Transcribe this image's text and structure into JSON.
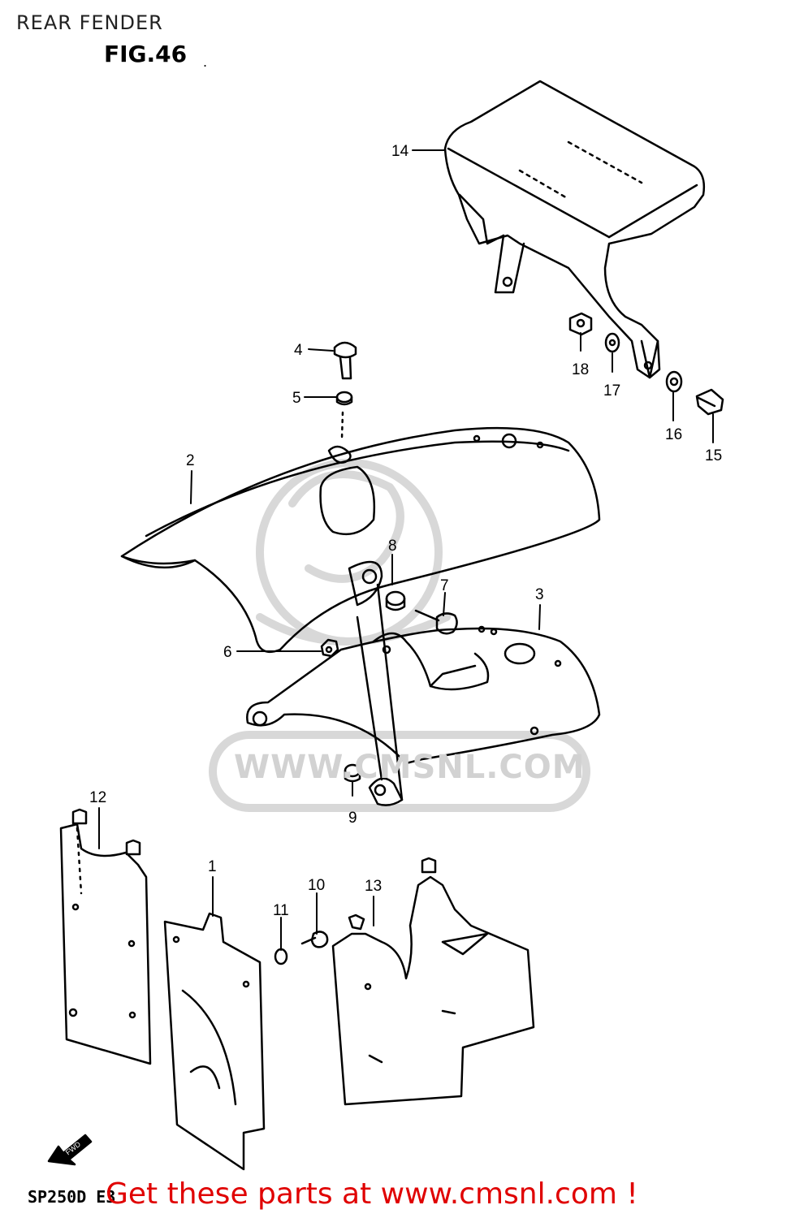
{
  "header": {
    "title": "REAR FENDER",
    "figure_label": "FIG.46",
    "figure_dot": "."
  },
  "watermark": {
    "url_text": "WWW.CMSNL.COM"
  },
  "footer": {
    "model_code": "SP250D E3",
    "promo_link": "Get these parts at www.cmsnl.com !",
    "promo_color": "#e00000"
  },
  "fwd_arrow_label": "FWD",
  "callouts": {
    "n1": "1",
    "n2": "2",
    "n3": "3",
    "n4": "4",
    "n5": "5",
    "n6": "6",
    "n7": "7",
    "n8": "8",
    "n9": "9",
    "n10": "10",
    "n11": "11",
    "n12": "12",
    "n13": "13",
    "n14": "14",
    "n15": "15",
    "n16": "16",
    "n17": "17",
    "n18": "18"
  }
}
